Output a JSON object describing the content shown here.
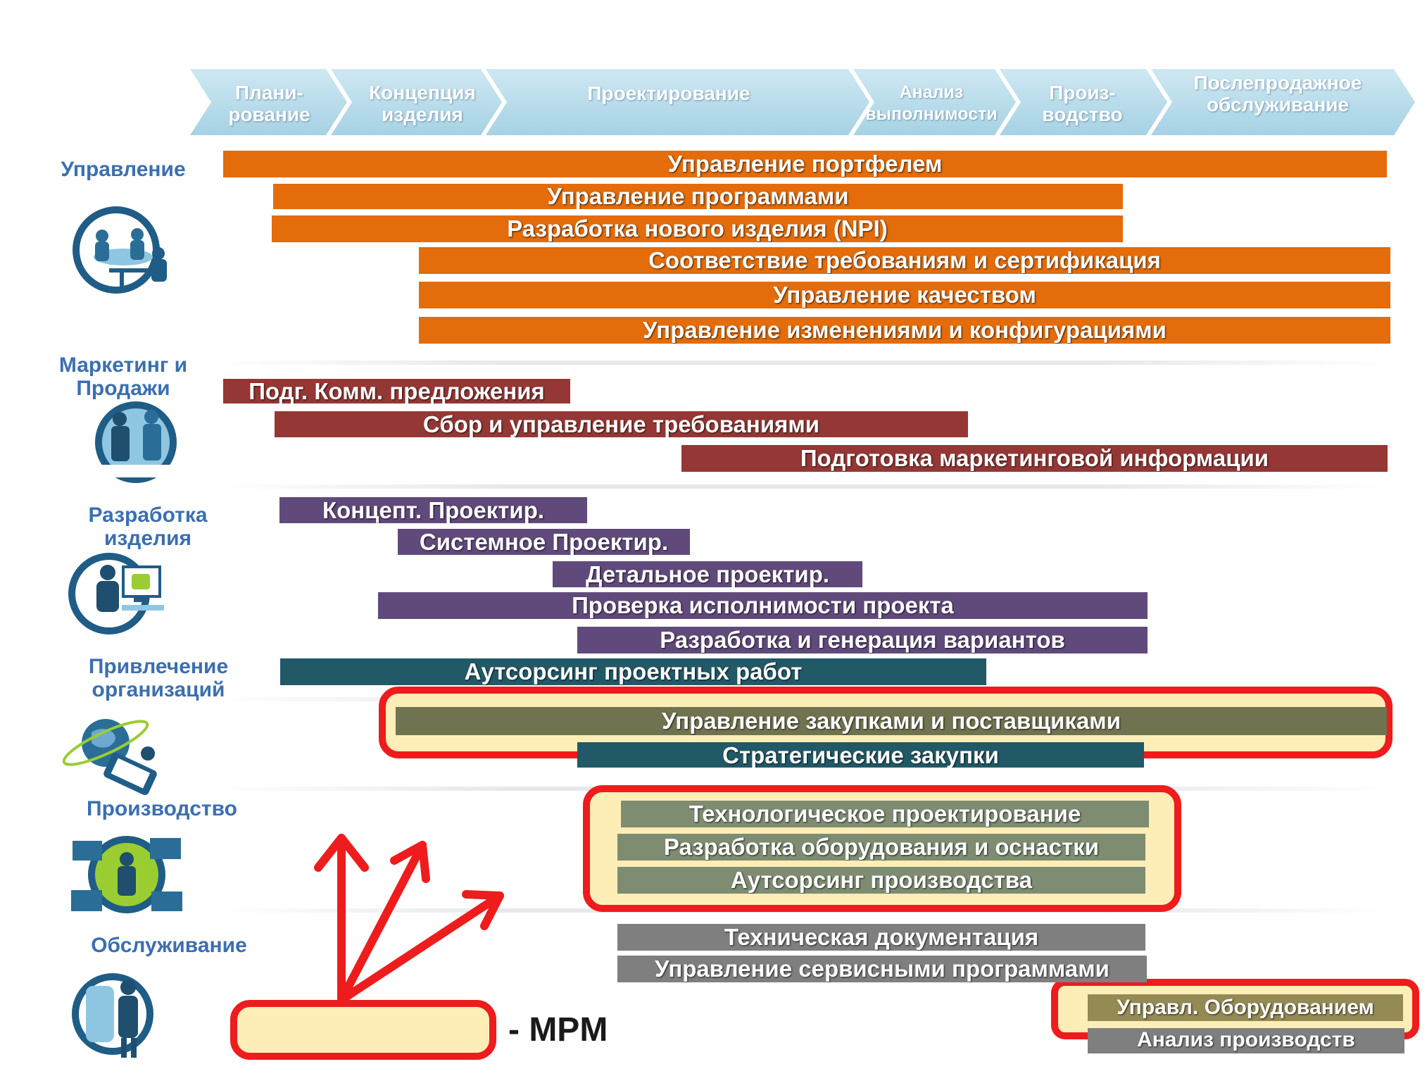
{
  "stages": [
    {
      "id": "planning",
      "label": "Плани-\nрование"
    },
    {
      "id": "concept",
      "label": "Концепция\nизделия"
    },
    {
      "id": "design",
      "label": "Проектирование"
    },
    {
      "id": "analysis",
      "label": "Анализ\nвыполнимости"
    },
    {
      "id": "production",
      "label": "Произ-\nводство"
    },
    {
      "id": "aftersales",
      "label": "Послепродажное\nобслуживание"
    }
  ],
  "categories": {
    "management": "Управление",
    "marketing": "Маркетинг и\nПродажи",
    "development": "Разработка\nизделия",
    "partners": "Привлечение\nорганизаций",
    "manufacturing": "Производство",
    "service": "Обслуживание"
  },
  "bars": {
    "portfolio": "Управление портфелем",
    "programs": "Управление программами",
    "npi": "Разработка нового изделия (NPI)",
    "compliance": "Соответствие требованиям и сертификация",
    "quality": "Управление качеством",
    "change": "Управление изменениями и конфигурациями",
    "proposal": "Подг. Комм. предложения",
    "requirements": "Сбор и управление требованиями",
    "marketing_info": "Подготовка маркетинговой информации",
    "concept_design": "Концепт. Проектир.",
    "system_design": "Системное Проектир.",
    "detail_design": "Детальное проектир.",
    "feasibility": "Проверка исполнимости проекта",
    "variants": "Разработка и генерация вариантов",
    "outsourcing_design": "Аутсорсинг проектных работ",
    "procurement": "Управление закупками и поставщиками",
    "strategic_sourcing": "Стратегические закупки",
    "process_planning": "Технологическое проектирование",
    "tooling": "Разработка оборудования и оснастки",
    "outsourcing_mfg": "Аутсорсинг производства",
    "tech_docs": "Техническая документация",
    "service_programs": "Управление сервисными программами",
    "equipment_mgmt": "Управл. Оборудованием",
    "production_analysis": "Анализ производств"
  },
  "legend": {
    "mpm_label": "- MPM"
  },
  "colors": {
    "stage_arrow": "#b7dcea",
    "management": "#e46c0a",
    "marketing": "#953735",
    "development": "#604a7b",
    "partners": "#215967",
    "procurement": "#6f7350",
    "manufacturing": "#7e8c72",
    "service": "#7f7f7f",
    "equipment": "#948a54",
    "mpm_highlight_border": "#ee1c1c",
    "mpm_highlight_fill": "#fdeeb8"
  },
  "icons": [
    "meeting-icon",
    "sales-team-icon",
    "engineer-workstation-icon",
    "global-partners-icon",
    "factory-workers-icon",
    "service-technician-icon"
  ]
}
